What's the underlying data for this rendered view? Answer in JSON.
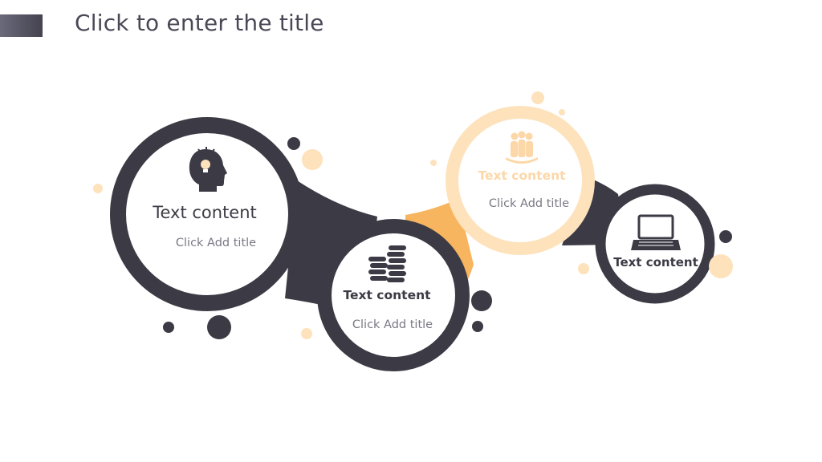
{
  "slide": {
    "title": "Click to enter the title"
  },
  "colors": {
    "dark": "#3c3b45",
    "accent": "#f6b55e",
    "light_accent": "#fde2bc",
    "title_text": "#4a4856",
    "subtitle_text": "#7a7884"
  },
  "nodes": [
    {
      "icon": "head-lightbulb-icon",
      "heading": "Text content",
      "subtitle": "Click Add title"
    },
    {
      "icon": "coin-stacks-icon",
      "heading": "Text content",
      "subtitle": "Click Add title"
    },
    {
      "icon": "people-group-icon",
      "heading": "Text content",
      "subtitle": "Click Add title"
    },
    {
      "icon": "laptop-icon",
      "heading": "Text content"
    }
  ]
}
